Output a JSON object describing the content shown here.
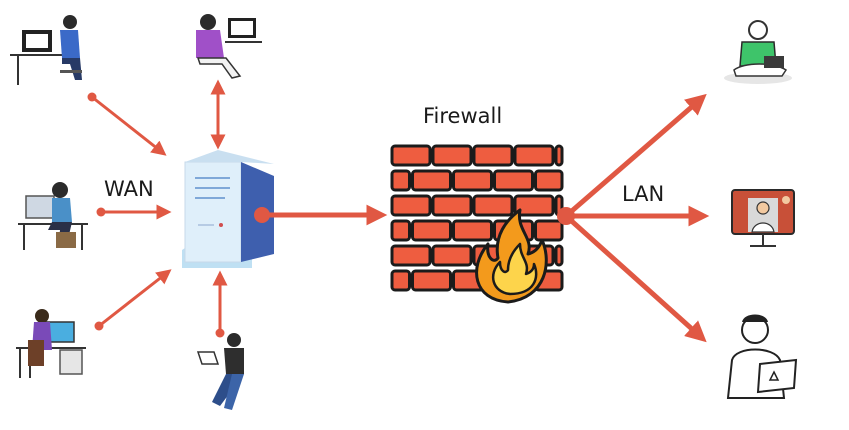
{
  "labels": {
    "wan": "WAN",
    "firewall": "Firewall",
    "lan": "LAN"
  },
  "colors": {
    "arrow": "#e05843",
    "brick": "#ee5d40",
    "brick_outline": "#1b1b1b",
    "flame_outer": "#f39a1c",
    "flame_inner": "#fdd44b",
    "server_body": "#dfeffa",
    "server_side": "#3e5fae"
  },
  "icons": {
    "wan_users": [
      "desk-user-icon",
      "headset-user-icon",
      "desktop-user-icon",
      "office-user-icon",
      "laptop-user-icon"
    ],
    "server": "server-icon",
    "firewall": "brick-wall-fire-icon",
    "lan_users": [
      "sitting-laptop-user-icon",
      "video-call-icon",
      "laptop-man-icon"
    ]
  }
}
